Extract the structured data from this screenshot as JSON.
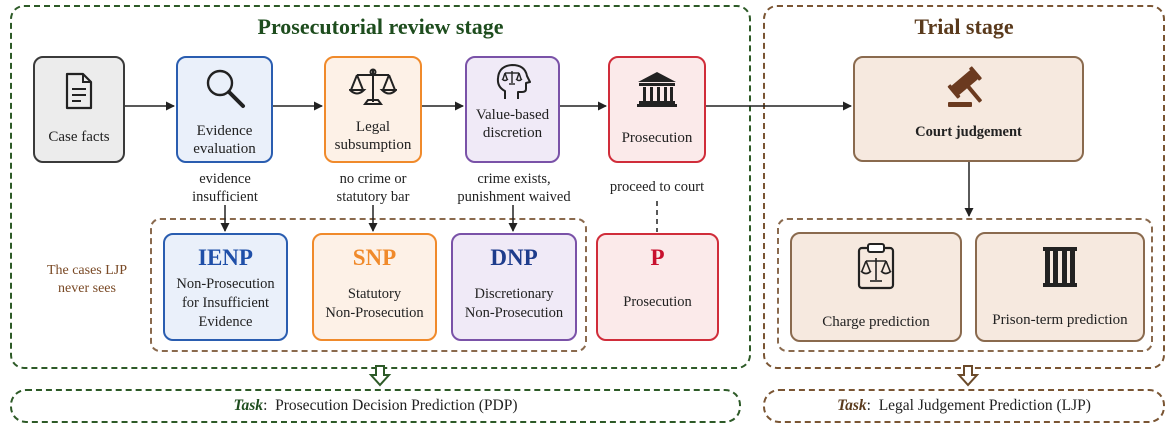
{
  "stages": {
    "prosecutorial": {
      "title": "Prosecutorial review stage",
      "color": "#1e4d1e"
    },
    "trial": {
      "title": "Trial stage",
      "color": "#6b4a2a"
    }
  },
  "flow": {
    "case_facts": {
      "label": "Case facts",
      "icon": "document-icon"
    },
    "evidence": {
      "label_1": "Evidence",
      "label_2": "evaluation",
      "icon": "magnifier-icon"
    },
    "legal": {
      "label_1": "Legal",
      "label_2": "subsumption",
      "icon": "scales-icon"
    },
    "value": {
      "label_1": "Value-based",
      "label_2": "discretion",
      "icon": "head-scales-icon"
    },
    "prosecution": {
      "label": "Prosecution",
      "icon": "courthouse-icon"
    },
    "court": {
      "label": "Court judgement",
      "icon": "gavel-icon"
    }
  },
  "edges": {
    "evidence_insufficient": {
      "line_1": "evidence",
      "line_2": "insufficient"
    },
    "no_crime": {
      "line_1": "no crime or",
      "line_2": "statutory bar"
    },
    "crime_exists": {
      "line_1": "crime exists,",
      "line_2": "punishment waived"
    },
    "proceed": {
      "line_1": "proceed to court"
    }
  },
  "outcomes": {
    "ienp": {
      "code": "IENP",
      "desc_1": "Non-Prosecution",
      "desc_2": "for Insufficient",
      "desc_3": "Evidence",
      "color": "#1f4fa8"
    },
    "snp": {
      "code": "SNP",
      "desc_1": "Statutory",
      "desc_2": "Non-Prosecution",
      "color": "#f08a2b"
    },
    "dnp": {
      "code": "DNP",
      "desc_1": "Discretionary",
      "desc_2": "Non-Prosecution",
      "color": "#1e3c8c"
    },
    "p": {
      "code": "P",
      "desc_1": "Prosecution",
      "color": "#c8102e"
    }
  },
  "unseen_note": {
    "line_1": "The cases LJP",
    "line_2": "never sees"
  },
  "predictions": {
    "charge": {
      "label": "Charge prediction",
      "icon": "clipboard-scales-icon"
    },
    "prison": {
      "label": "Prison-term prediction",
      "icon": "prison-bars-icon"
    }
  },
  "tasks": {
    "pdp": {
      "task_word": "Task",
      "text": ":  Prosecution Decision Prediction (PDP)"
    },
    "ljp": {
      "task_word": "Task",
      "text": ":  Legal Judgement Prediction (LJP)"
    }
  }
}
